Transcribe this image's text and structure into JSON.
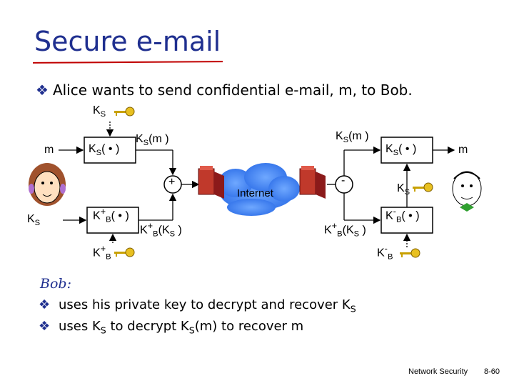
{
  "slide": {
    "title": "Secure e-mail",
    "intro": "Alice wants to send confidential e-mail, m, to Bob.",
    "footer_left": "Network Security",
    "footer_right": "8-60"
  },
  "diagram": {
    "ks_top": "K",
    "m_left": "m",
    "m_right": "m",
    "ks_left": "K",
    "internet": "Internet",
    "plus_sign": "+",
    "minus_sign": "-",
    "ks_m_left": "K",
    "ks_m_right": "K",
    "kb_pub": "K",
    "kb_priv": "K",
    "s_sub": "S",
    "b_sub": "B"
  },
  "bob": {
    "heading": "Bob:",
    "line1": "uses his private key to decrypt and recover K",
    "line2_a": "uses K",
    "line2_b": " to decrypt K",
    "line2_c": "(m) to recover m"
  },
  "icons": [
    "key-icon",
    "alice-face-icon",
    "bob-face-icon",
    "router-icon",
    "bullet-diamond-icon"
  ]
}
